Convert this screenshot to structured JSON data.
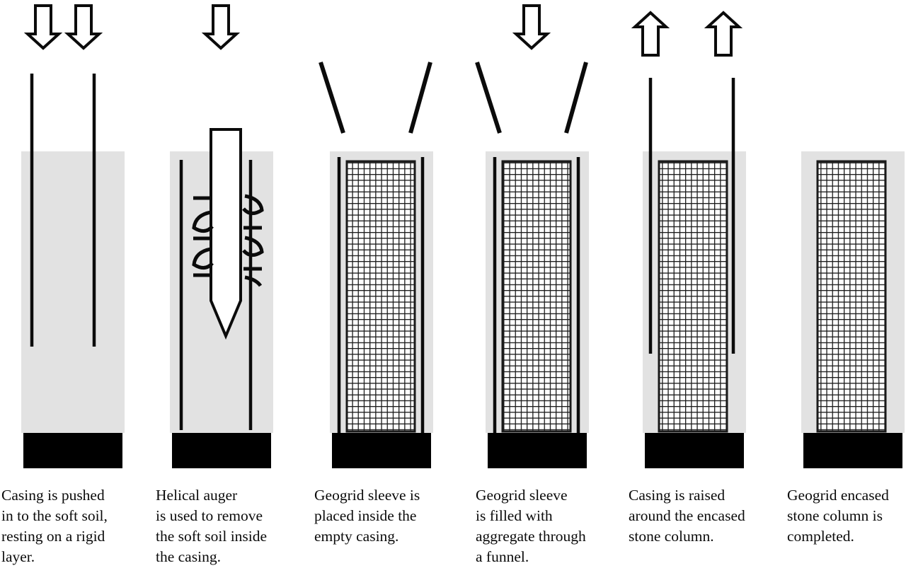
{
  "figure": {
    "title": "Construction stages of a geogrid encased stone column",
    "background_color": "#ffffff",
    "soil_color": "#e2e2e2",
    "rigid_layer_color": "#000000",
    "line_color": "#0b0b0b",
    "geogrid_color": "#1a1a1a",
    "auger_fill": "#ffffff"
  },
  "stages": [
    {
      "id": "stage-1",
      "index": "1",
      "caption": "Casing is pushed\nin to the soft soil,\nresting on a rigid\nlayer.",
      "caption_align": "justify",
      "arrows": {
        "direction": "down",
        "count": 2,
        "label": "down-arrow"
      },
      "has_soil": true,
      "has_rigid_layer": true,
      "has_casing": true,
      "casing_note": "two vertical casing walls, partially inserted",
      "has_geogrid": false,
      "has_auger": false,
      "has_funnel": false
    },
    {
      "id": "stage-2",
      "index": "2",
      "caption": " Helical auger\n is used to remove\n the soft soil inside\n  the casing.",
      "caption_align": "left",
      "arrows": {
        "direction": "down",
        "count": 1,
        "label": "down-arrow"
      },
      "has_soil": true,
      "has_rigid_layer": true,
      "has_casing": true,
      "casing_note": "casing fully inserted to rigid layer",
      "has_geogrid": false,
      "has_auger": true,
      "auger_note": "white shaft with pointed tip and helical flights",
      "has_funnel": false
    },
    {
      "id": "stage-3",
      "index": "3",
      "caption": "Geogrid sleeve is\nplaced inside the\nempty casing.",
      "caption_align": "left",
      "arrows": {
        "direction": "none",
        "count": 0,
        "label": "none"
      },
      "has_soil": true,
      "has_rigid_layer": true,
      "has_casing": true,
      "casing_note": "casing walls around geogrid sleeve",
      "has_geogrid": true,
      "geogrid_note": "empty geogrid sleeve mesh",
      "has_auger": false,
      "has_funnel": true,
      "funnel_note": "two angled funnel walls forming a V"
    },
    {
      "id": "stage-4",
      "index": "4",
      "caption": "Geogrid sleeve\n is filled with\n aggregate through\n a funnel.",
      "caption_align": "left",
      "arrows": {
        "direction": "down",
        "count": 1,
        "label": "down-arrow"
      },
      "has_soil": true,
      "has_rigid_layer": true,
      "has_casing": true,
      "casing_note": "casing walls around filled geogrid sleeve",
      "has_geogrid": true,
      "geogrid_note": "geogrid sleeve filled with aggregate",
      "has_auger": false,
      "has_funnel": true,
      "funnel_note": "two angled funnel walls forming a V"
    },
    {
      "id": "stage-5",
      "index": "5",
      "caption": "Casing is raised\n around the encased\n stone column.",
      "caption_align": "left",
      "arrows": {
        "direction": "up",
        "count": 2,
        "label": "up-arrow"
      },
      "has_soil": true,
      "has_rigid_layer": true,
      "has_casing": true,
      "casing_note": "casing partially withdrawn upward",
      "has_geogrid": true,
      "geogrid_note": "encased stone column",
      "has_auger": false,
      "has_funnel": false
    },
    {
      "id": "stage-6",
      "index": "6",
      "caption": "Geogrid encased\nstone column is\ncompleted.",
      "caption_align": "left",
      "arrows": {
        "direction": "none",
        "count": 0,
        "label": "none"
      },
      "has_soil": true,
      "has_rigid_layer": true,
      "has_casing": false,
      "casing_note": "casing fully removed",
      "has_geogrid": true,
      "geogrid_note": "completed geogrid encased stone column",
      "has_auger": false,
      "has_funnel": false
    }
  ]
}
